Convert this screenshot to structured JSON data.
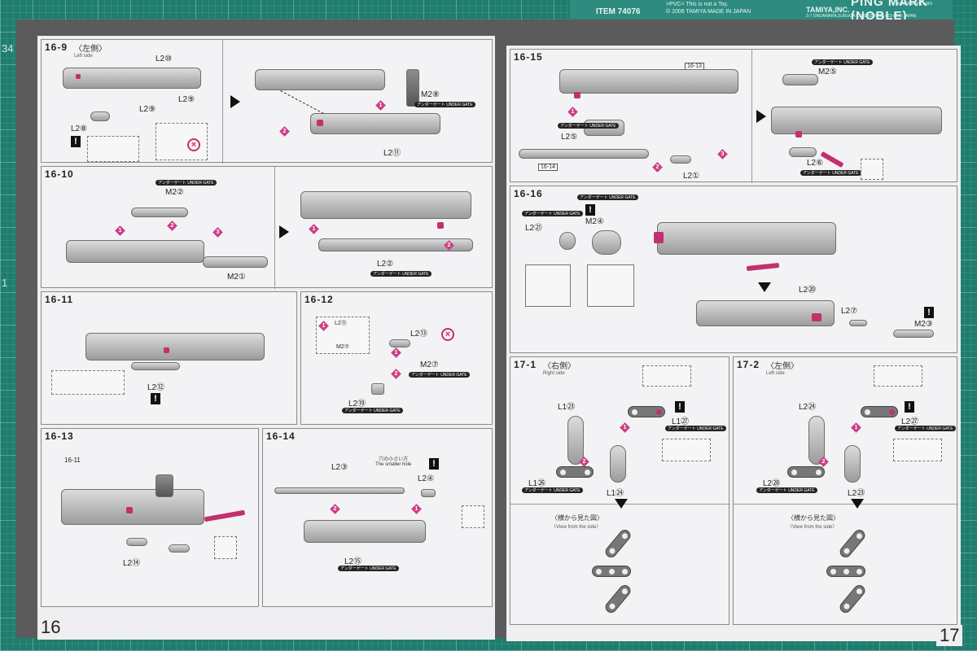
{
  "mat": {
    "left_numbers": [
      "34",
      "1"
    ]
  },
  "box": {
    "item": "ITEM 74076",
    "pvc": ">PVC<  This is not a Toy.",
    "made": "© 2006 TAMIYA  MADE IN JAPAN",
    "brand": "PING MARK (NOBLE)",
    "company": "TAMIYA,INC.",
    "address": "3-7 ONDAWARA,SURUGA-KU,SHIZUOKA 422-8610 JAPAN",
    "website": "www.tamiya.com"
  },
  "gate_text": "アンダーゲート UNDER GATE",
  "left_page": {
    "number": "16",
    "panels": {
      "p16_9": {
        "section": "16-9",
        "side_jp": "〈左側〉",
        "side_en": "Left side",
        "labels": [
          "L2⑩",
          "L2⑨",
          "L2⑨",
          "L2⑧",
          "M2⑧",
          "L2⑪"
        ]
      },
      "p16_10": {
        "section": "16-10",
        "labels": [
          "M2②",
          "M2①",
          "L2②"
        ]
      },
      "p16_11": {
        "section": "16-11",
        "labels": [
          "L2⑫"
        ]
      },
      "p16_12": {
        "section": "16-12",
        "labels": [
          "L2⑪",
          "M2⑦",
          "L2⑬",
          "M2⑦",
          "L2⑲"
        ]
      },
      "p16_13": {
        "section": "16-13",
        "ref": "16-11",
        "labels": [
          "L2⑭"
        ]
      },
      "p16_14": {
        "section": "16-14",
        "labels": [
          "L2③",
          "L2④",
          "L2⑮"
        ],
        "hole_jp": "穴の小さい方",
        "hole_en": "The smaller hole"
      }
    }
  },
  "right_page": {
    "number": "17",
    "panels": {
      "p16_15": {
        "section": "16-15",
        "refs": [
          "16-13",
          "16-14"
        ],
        "labels": [
          "L2⑤",
          "L2①",
          "M2⑤",
          "L2⑥"
        ]
      },
      "p16_16": {
        "section": "16-16",
        "labels": [
          "L2㉑",
          "M2④",
          "L2⑳",
          "L2⑦",
          "M2③"
        ]
      },
      "p17_1": {
        "section": "17-1",
        "side_jp": "〈右側〉",
        "side_en": "Right side",
        "labels": [
          "L1㉓",
          "L1㉗",
          "L1㉖",
          "L1㉔"
        ],
        "view_jp": "〈横から見た図〉",
        "view_en": "〈View from the side〉"
      },
      "p17_2": {
        "section": "17-2",
        "side_jp": "〈左側〉",
        "side_en": "Left side",
        "labels": [
          "L2㉔",
          "L2㉗",
          "L2㉘",
          "L2㉓"
        ],
        "view_jp": "〈横から見た図〉",
        "view_en": "〈View from the side〉"
      }
    }
  },
  "colors": {
    "mat": "#1f7d6e",
    "booklet_border": "#5b5b5b",
    "paper": "#efeff1",
    "accent": "#c2306f"
  }
}
